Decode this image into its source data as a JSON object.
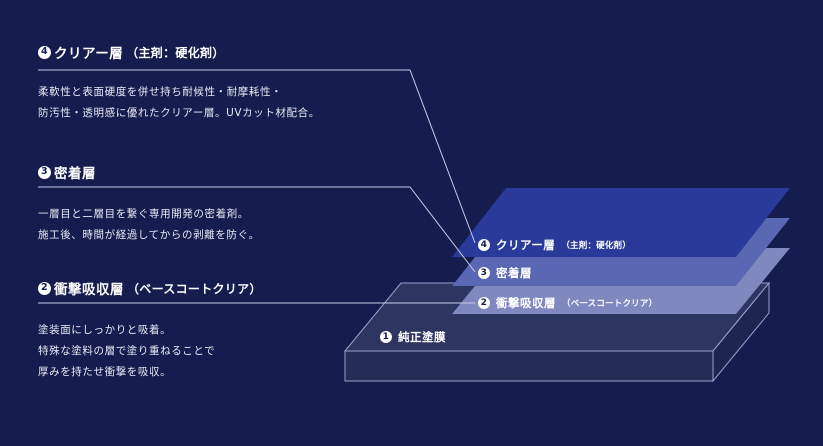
{
  "layers": [
    {
      "number": "4",
      "title": "クリアー層",
      "subtitle": "（主剤：硬化剤）",
      "description": [
        "柔軟性と表面硬度を併せ持ち耐候性・耐摩耗性・",
        "防汚性・透明感に優れたクリアー層。UVカット材配合。"
      ],
      "diagram_label": "クリアー層",
      "diagram_sub": "（主剤：硬化剤）"
    },
    {
      "number": "3",
      "title": "密着層",
      "subtitle": "",
      "description": [
        "一層目と二層目を繋ぐ専用開発の密着剤。",
        "施工後、時間が経過してからの剥離を防ぐ。"
      ],
      "diagram_label": "密着層",
      "diagram_sub": ""
    },
    {
      "number": "2",
      "title": "衝撃吸収層",
      "subtitle": "（ベースコートクリア）",
      "description": [
        "塗装面にしっかりと吸着。",
        "特殊な塗料の層で塗り重ねることで",
        "厚みを持たせ衝撃を吸収。"
      ],
      "diagram_label": "衝撃吸収層",
      "diagram_sub": "（ベースコートクリア）"
    }
  ],
  "base": {
    "number": "1",
    "label": "純正塗膜"
  },
  "colors": {
    "background": "#141d4e",
    "clear_layer": "#2a3a9a",
    "adhesion_layer": "#5a67b2",
    "shock_layer": "#8088c0",
    "base_top": "#2d3561",
    "base_front": "#252c55",
    "leader_line": "#c9cde6"
  }
}
